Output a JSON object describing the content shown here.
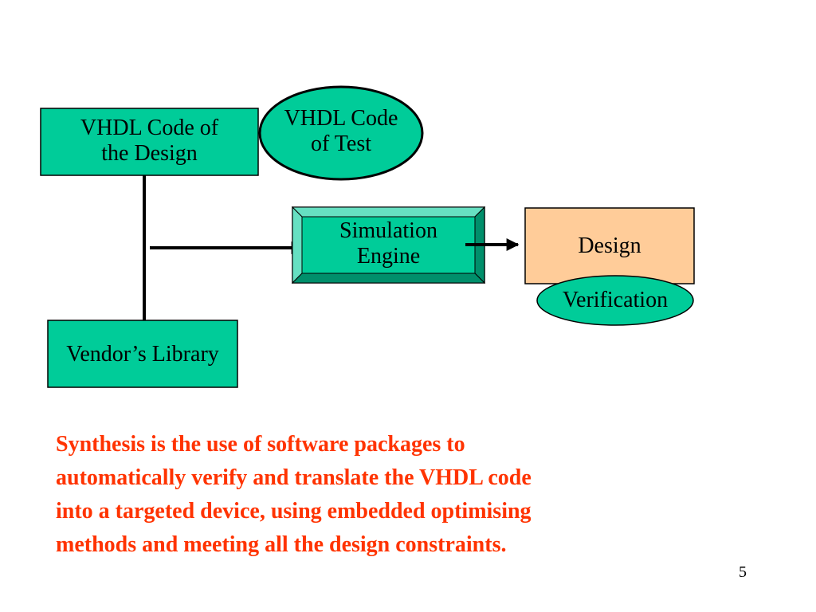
{
  "colors": {
    "box_fill": "#00cc99",
    "box_fill_light": "#66e0c2",
    "box_fill_dark": "#008f6b",
    "design_fill": "#ffcc99",
    "caption_text": "#ff3300",
    "stroke": "#000000"
  },
  "nodes": {
    "design_code": {
      "line1": "VHDL Code of",
      "line2": "the Design"
    },
    "test_code": {
      "line1": "VHDL Code",
      "line2": "of Test"
    },
    "simulation_engine": {
      "line1": "Simulation",
      "line2": "Engine"
    },
    "design_verification": {
      "top": "Design",
      "bottom": "Verification"
    },
    "vendor_library": {
      "label": "Vendor’s Library"
    }
  },
  "caption": {
    "lines": [
      "Synthesis is the use of software packages to",
      "automatically  verify and translate  the VHDL code",
      "into a targeted device, using embedded optimising",
      "methods and meeting all the design constraints."
    ]
  },
  "page_number": "5"
}
